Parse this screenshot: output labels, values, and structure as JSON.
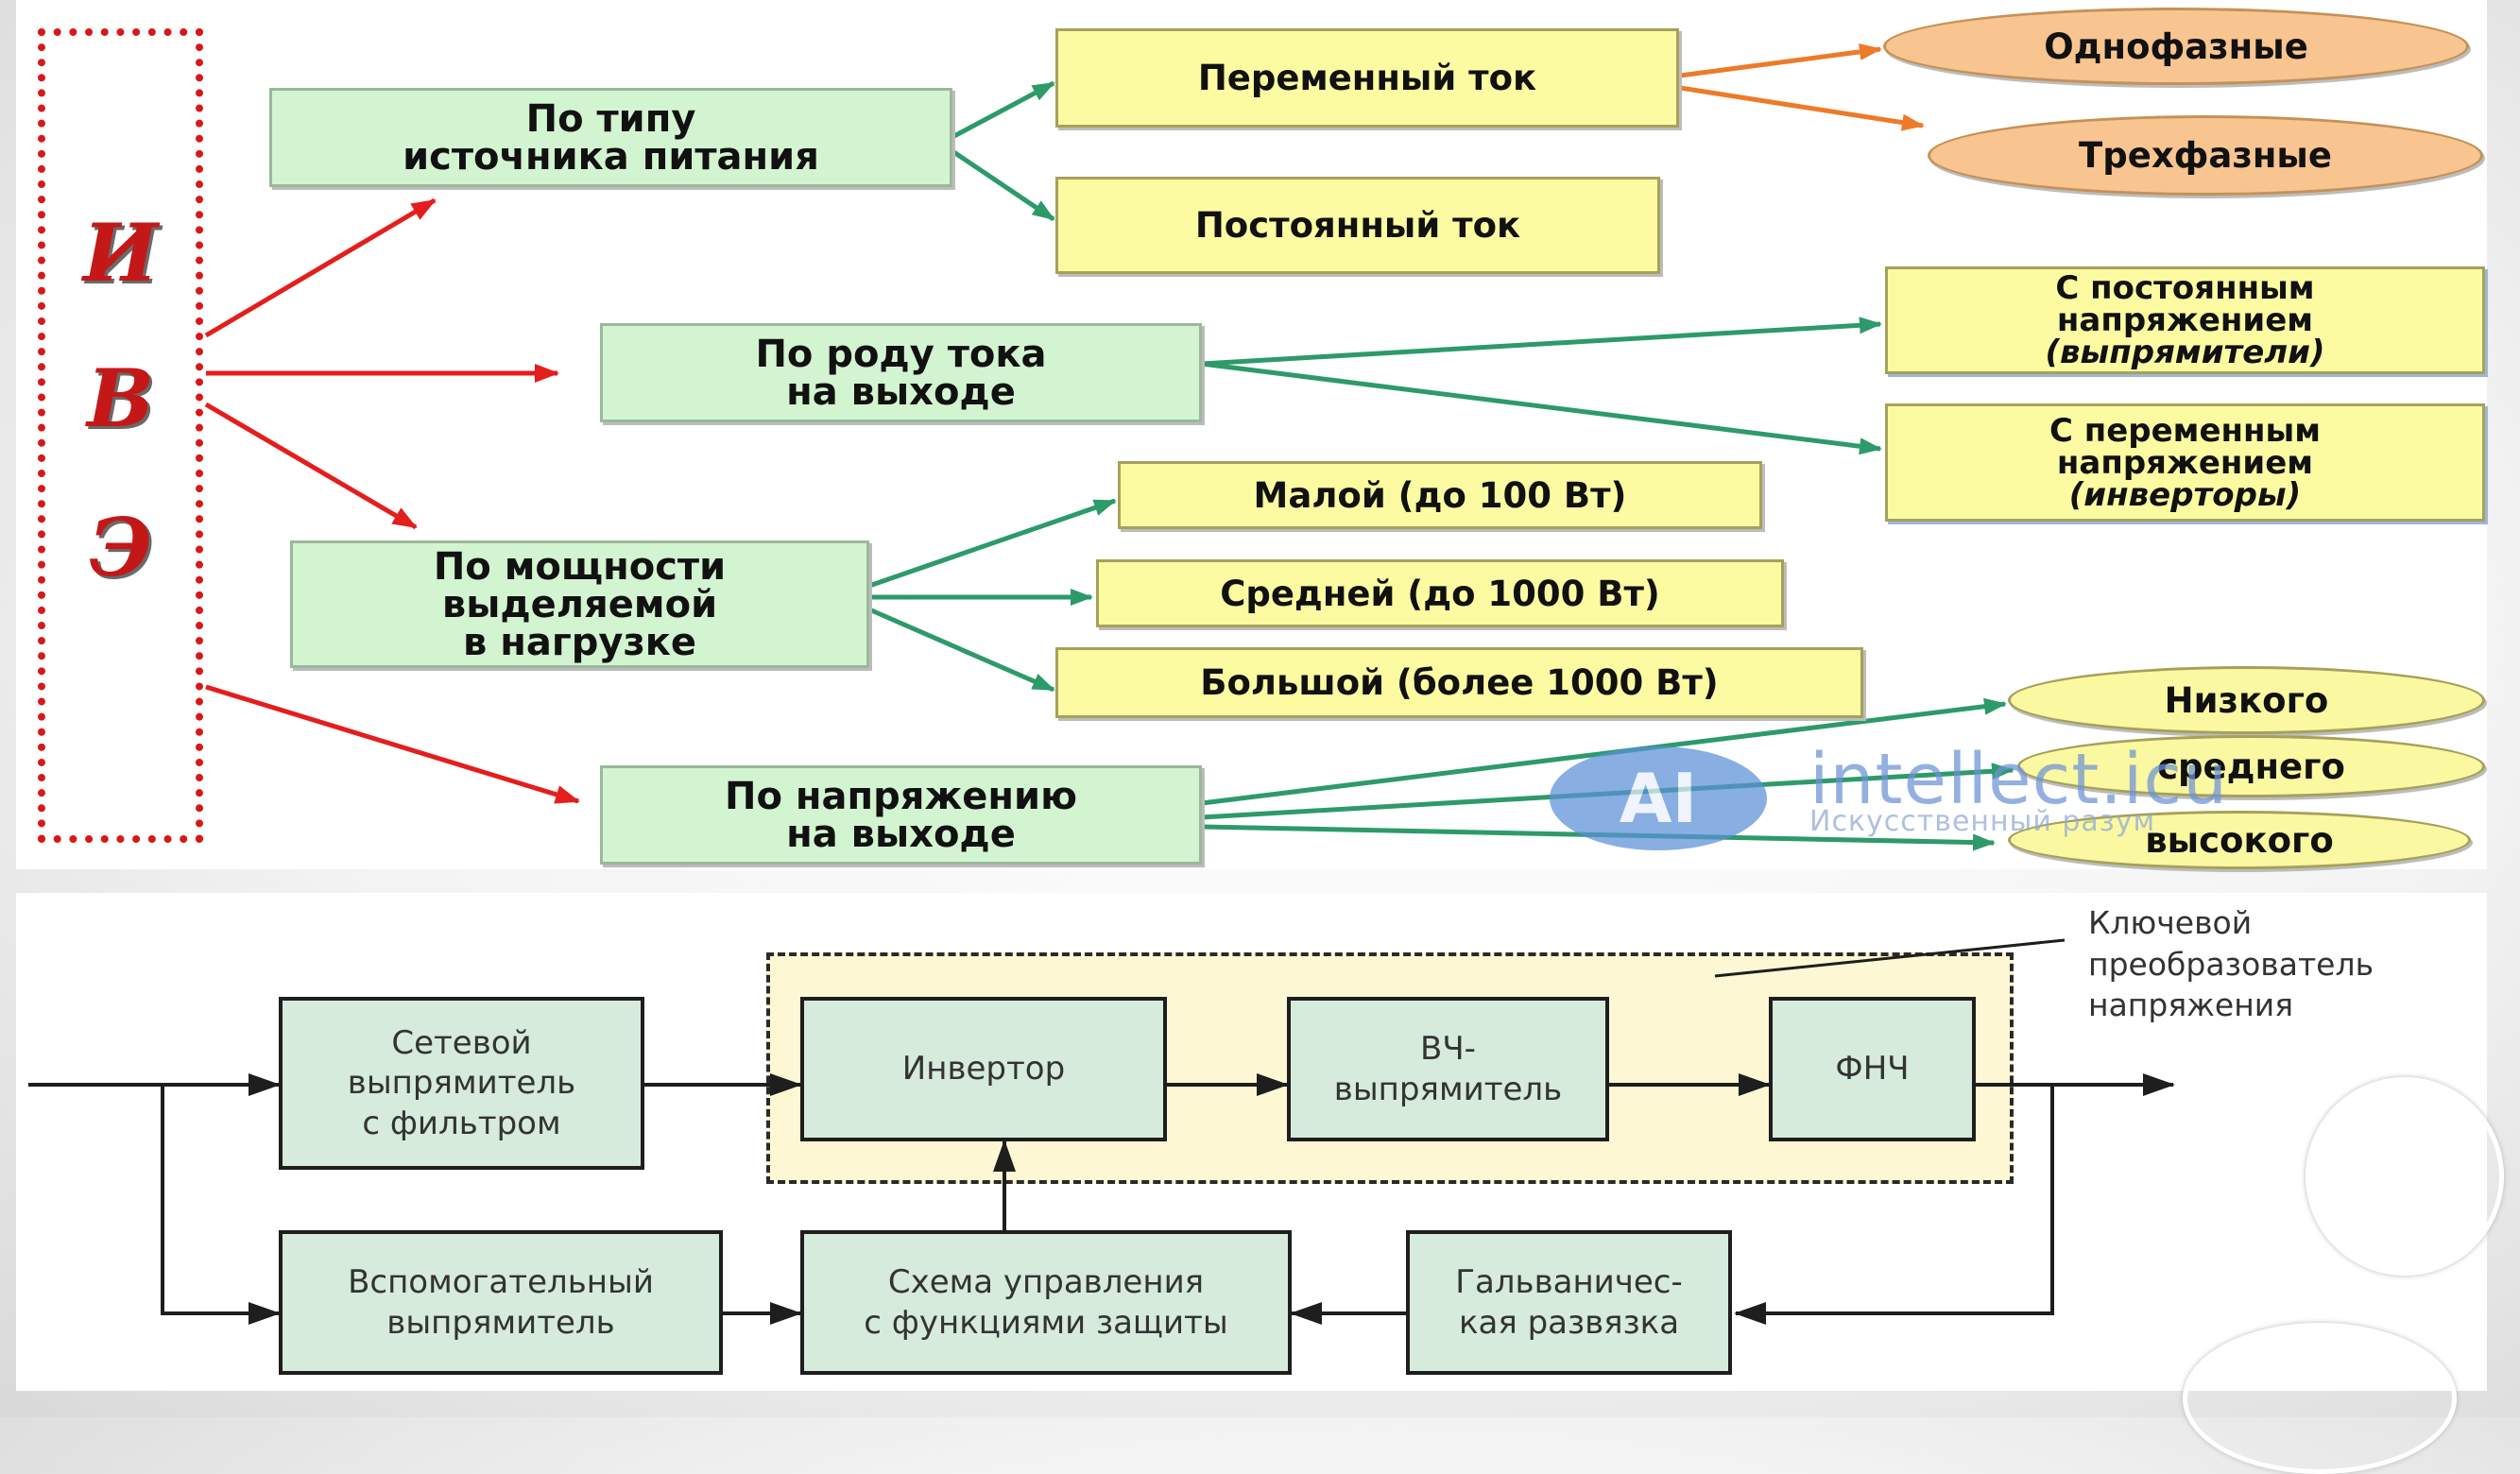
{
  "colors": {
    "red_arrow": "#e51d1d",
    "green_arrow": "#2d9a6a",
    "orange_arrow": "#ee7a28",
    "green_box": "#d3f4d0",
    "yellow_box": "#fcfba2",
    "orange_ellipse": "#f8c490",
    "block_fill": "#d6ebdb",
    "dashed_group_fill": "#fdf7d4"
  },
  "classification": {
    "side_letters": [
      "И",
      "В",
      "Э"
    ],
    "categories": {
      "source_type": "По типу\nисточника питания",
      "output_current": "По роду тока\nна выходе",
      "power": "По мощности\nвыделяемой\nв нагрузке",
      "output_voltage": "По напряжению\nна выходе"
    },
    "source_type_items": {
      "ac": "Переменный ток",
      "dc": "Постоянный ток"
    },
    "ac_items": {
      "single_phase": "Однофазные",
      "three_phase": "Трехфазные"
    },
    "output_current_items": {
      "constant_line1": "С постоянным",
      "constant_line2": "напряжением",
      "constant_line3": "(выпрямители)",
      "alternating_line1": "С переменным",
      "alternating_line2": "напряжением",
      "alternating_line3": "(инверторы)"
    },
    "power_items": {
      "low": "Малой (до 100 Вт)",
      "medium": "Средней (до 1000 Вт)",
      "high": "Большой (более 1000 Вт)"
    },
    "voltage_items": {
      "low": "Низкого",
      "medium": "среднего",
      "high": "высокого"
    }
  },
  "watermark": {
    "logo": "AI",
    "title": "intellect.icu",
    "subtitle": "Искусственный разум"
  },
  "block_diagram": {
    "blocks": {
      "mains_rectifier": "Сетевой\nвыпрямитель\nс фильтром",
      "inverter": "Инвертор",
      "hf_rectifier": "ВЧ-\nвыпрямитель",
      "lpf": "ФНЧ",
      "aux_rectifier": "Вспомогательный\nвыпрямитель",
      "control": "Схема управления\nс функциями защиты",
      "isolation": "Гальваничес-\nкая развязка"
    },
    "callout": "Ключевой\nпреобразователь\nнапряжения"
  }
}
